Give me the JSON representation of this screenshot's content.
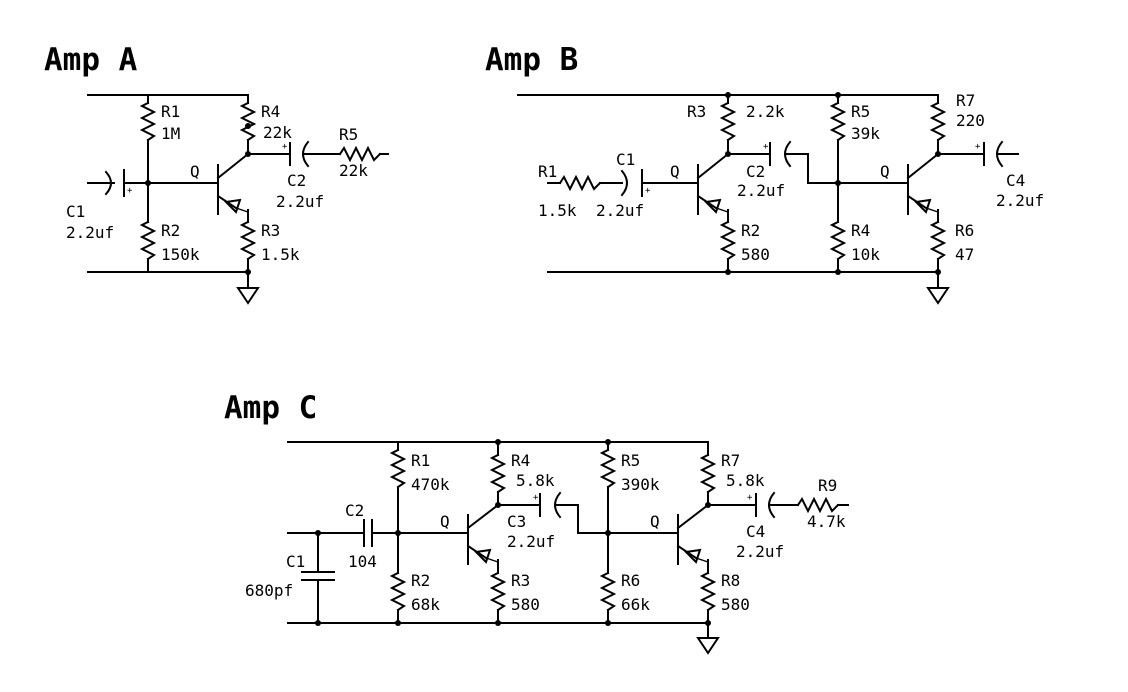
{
  "amp_a": {
    "title": "Amp A",
    "r1": {
      "name": "R1",
      "value": "1M"
    },
    "r2": {
      "name": "R2",
      "value": "150k"
    },
    "r3": {
      "name": "R3",
      "value": "1.5k"
    },
    "r4": {
      "name": "R4",
      "value": "22k"
    },
    "r5": {
      "name": "R5",
      "value": "22k"
    },
    "c1": {
      "name": "C1",
      "value": "2.2uf"
    },
    "c2": {
      "name": "C2",
      "value": "2.2uf"
    },
    "q": "Q",
    "plus": "+"
  },
  "amp_b": {
    "title": "Amp B",
    "r1": {
      "name": "R1",
      "value": "1.5k"
    },
    "r2": {
      "name": "R2",
      "value": "580"
    },
    "r3": {
      "name": "R3",
      "value": "2.2k"
    },
    "r4": {
      "name": "R4",
      "value": "10k"
    },
    "r5": {
      "name": "R5",
      "value": "39k"
    },
    "r6": {
      "name": "R6",
      "value": "47"
    },
    "r7": {
      "name": "R7",
      "value": "220"
    },
    "c1": {
      "name": "C1",
      "value": "2.2uf"
    },
    "c2": {
      "name": "C2",
      "value": "2.2uf"
    },
    "c4": {
      "name": "C4",
      "value": "2.2uf"
    },
    "q": "Q",
    "plus": "+"
  },
  "amp_c": {
    "title": "Amp C",
    "r1": {
      "name": "R1",
      "value": "470k"
    },
    "r2": {
      "name": "R2",
      "value": "68k"
    },
    "r3": {
      "name": "R3",
      "value": "580"
    },
    "r4": {
      "name": "R4",
      "value": "5.8k"
    },
    "r5": {
      "name": "R5",
      "value": "390k"
    },
    "r6": {
      "name": "R6",
      "value": "66k"
    },
    "r7": {
      "name": "R7",
      "value": "5.8k"
    },
    "r8": {
      "name": "R8",
      "value": "580"
    },
    "r9": {
      "name": "R9",
      "value": "4.7k"
    },
    "c1": {
      "name": "C1",
      "value": "680pf"
    },
    "c2": {
      "name": "C2",
      "value": "104"
    },
    "c3": {
      "name": "C3",
      "value": "2.2uf"
    },
    "c4": {
      "name": "C4",
      "value": "2.2uf"
    },
    "q": "Q",
    "plus": "+"
  }
}
